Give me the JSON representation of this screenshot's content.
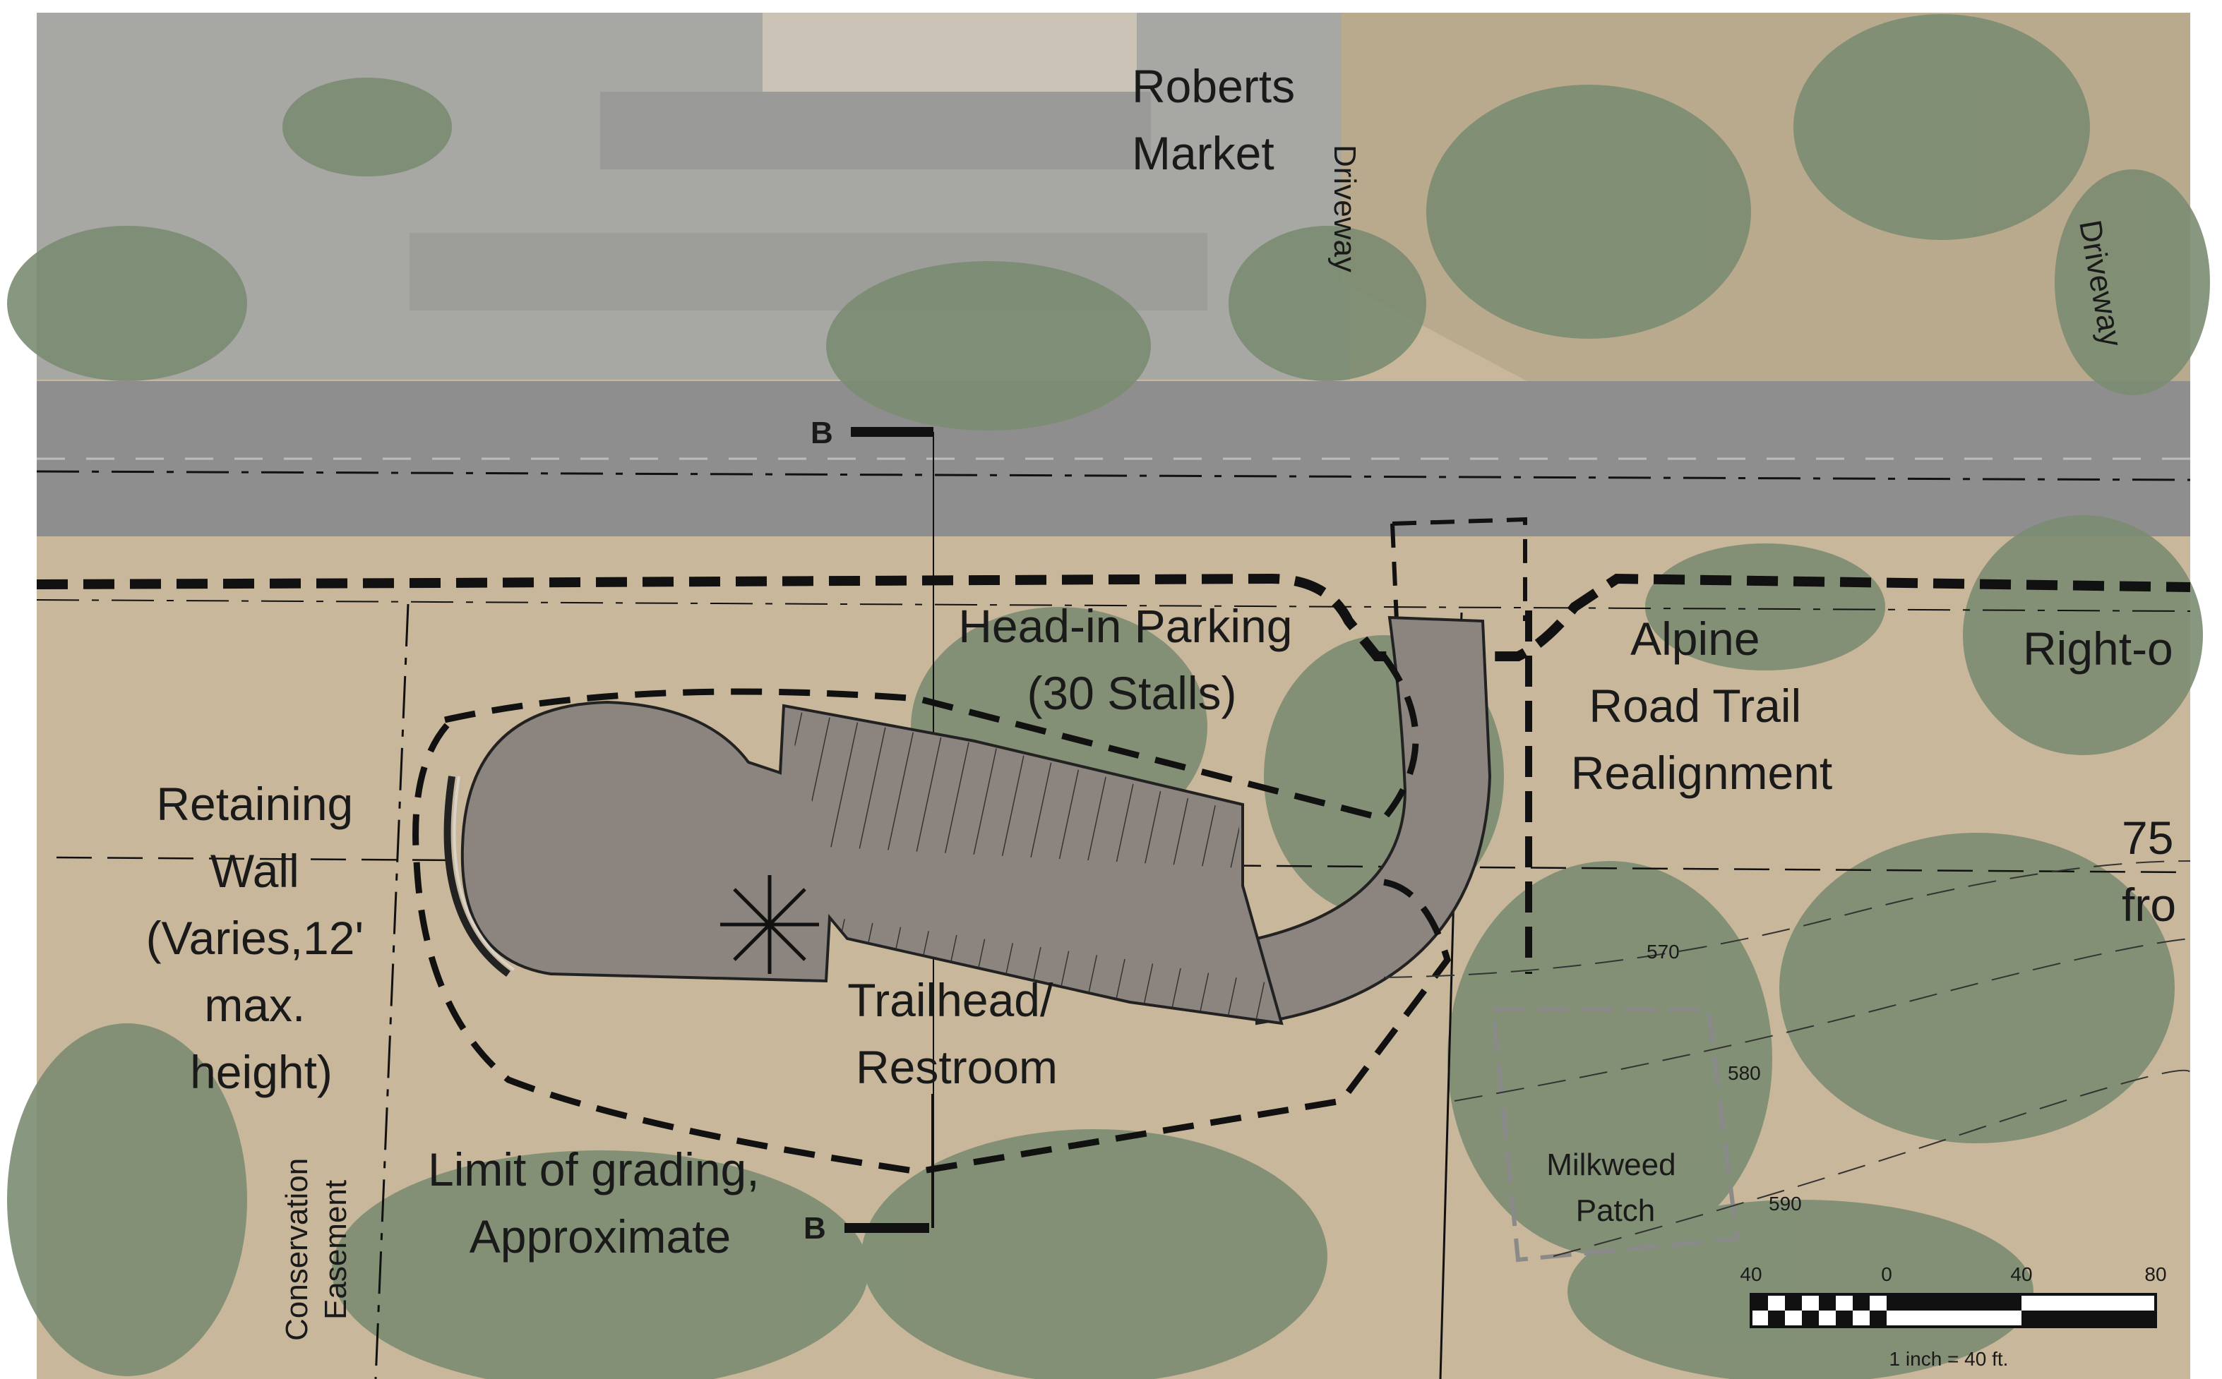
{
  "labels": {
    "roberts_market": [
      "Roberts",
      "Market"
    ],
    "driveway_left": "Driveway",
    "driveway_right": "Driveway",
    "section_top": "B",
    "section_bottom": "B",
    "parking": [
      "Head-in Parking",
      "(30 Stalls)"
    ],
    "alpine": [
      "Alpine",
      "Road Trail",
      "Realignment"
    ],
    "right_of_way": "Right-o",
    "setback": [
      "75",
      "fro"
    ],
    "retaining_wall": [
      "Retaining",
      "Wall",
      "(Varies,12'",
      "max.",
      "height)"
    ],
    "trailhead": [
      "Trailhead/",
      "Restroom"
    ],
    "grading": [
      "Limit of grading,",
      "Approximate"
    ],
    "easement": [
      "Conservation",
      "Easement"
    ],
    "milkweed": [
      "Milkweed",
      "Patch"
    ]
  },
  "contours": [
    "570",
    "580",
    "590"
  ],
  "scale_bar": {
    "ticks": [
      "40",
      "0",
      "40",
      "80"
    ],
    "caption": "1 inch = 40 ft."
  },
  "colors": {
    "aerial_ground": "#c8b79a",
    "road": "#8f8f8f",
    "parking_lot": "#a9a9a9",
    "vegetation": "#7d8e73",
    "paving": "#8c857f",
    "lines": "#111111"
  }
}
